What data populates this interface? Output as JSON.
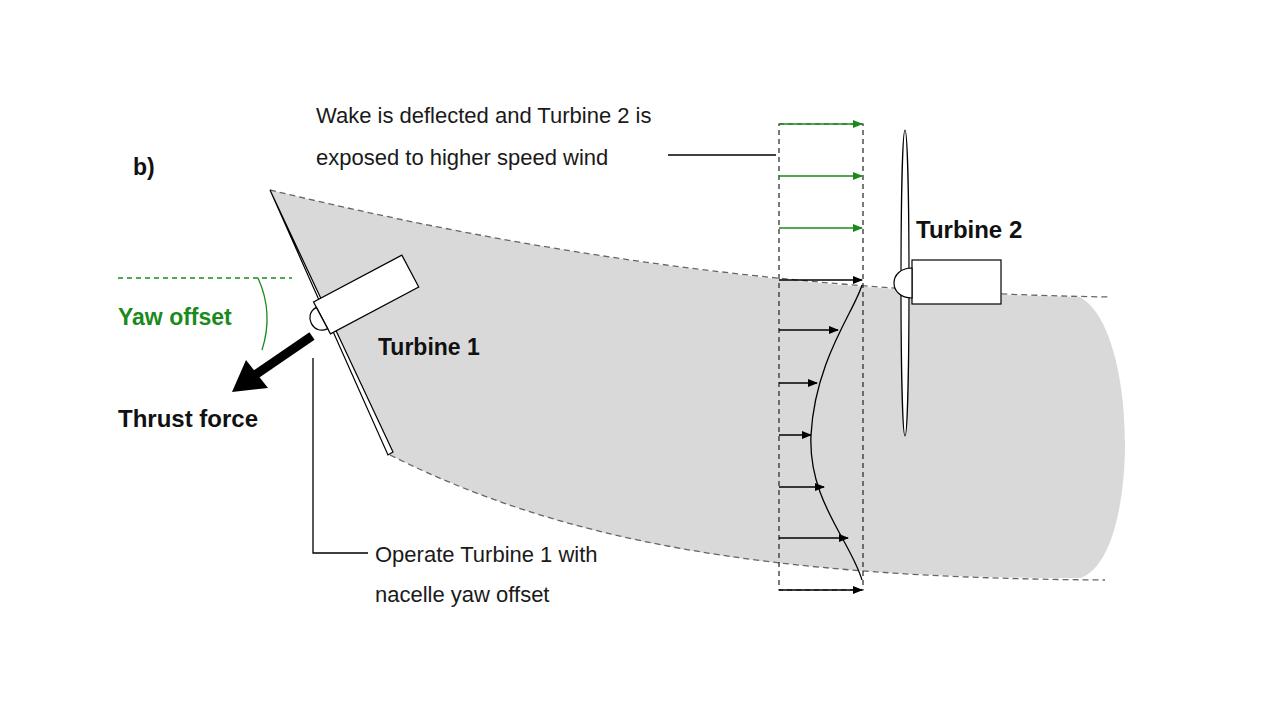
{
  "diagram": {
    "labels": [
      "b)",
      "Wake is deflected and Turbine 2 is exposed to higher speed wind",
      "Turbine 2",
      "Turbine 1",
      "Yaw offset",
      "Thrust force",
      "Operate Turbine 1 with nacelle yaw offset"
    ]
  }
}
